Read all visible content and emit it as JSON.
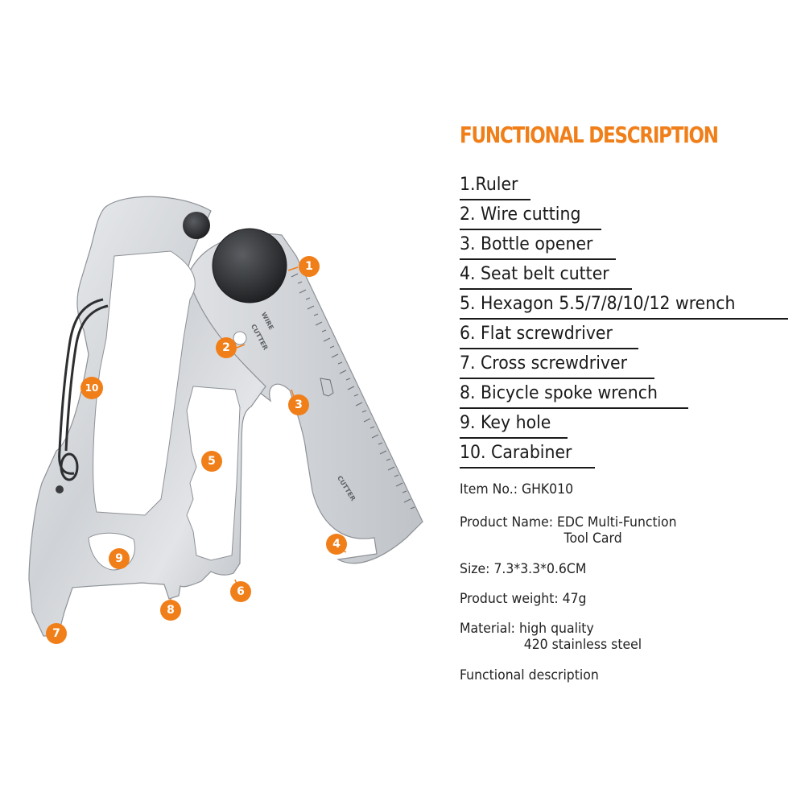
{
  "heading": "FUNCTIONAL DESCRIPTION",
  "features": [
    "1.Ruler",
    "2. Wire cutting",
    "3. Bottle opener",
    "4. Seat belt cutter",
    "5. Hexagon 5.5/7/8/10/12 wrench",
    "6. Flat screwdriver",
    "7. Cross screwdriver",
    "8. Bicycle spoke wrench",
    "9. Key hole",
    "10. Carabiner "
  ],
  "specs": {
    "item_no": "Item No.: GHK010",
    "product_name": "Product Name: EDC Multi-Function\n                          Tool Card",
    "size": "Size: 7.3*3.3*0.6CM",
    "weight": "Product weight: 47g",
    "material": "Material: high quality\n                420 stainless steel",
    "footer": "Functional description"
  },
  "tool": {
    "engraving_wire": "WIRE",
    "engraving_cutter": "CUTTER",
    "engraving_cutter2": "CUTTER",
    "markers": [
      "1",
      "2",
      "3",
      "4",
      "5",
      "6",
      "7",
      "8",
      "9",
      "10"
    ]
  },
  "colors": {
    "accent": "#f07f1a",
    "text": "#1a1a1a",
    "steel": "#d3d6da"
  }
}
